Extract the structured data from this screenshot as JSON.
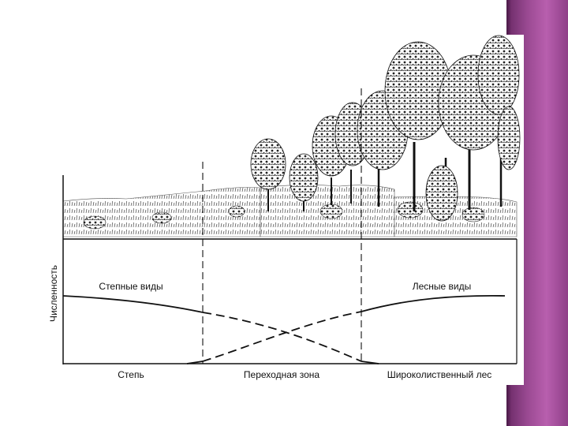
{
  "diagram": {
    "y_axis_label": "Численность",
    "curve_labels": {
      "steppe_species": "Степные виды",
      "forest_species": "Лесные виды"
    },
    "zones": [
      {
        "label": "Степь"
      },
      {
        "label": "Переходная зона"
      },
      {
        "label": "Широколиственный лес"
      }
    ]
  },
  "colors": {
    "side_band": "#9b4a93",
    "line": "#111111"
  }
}
